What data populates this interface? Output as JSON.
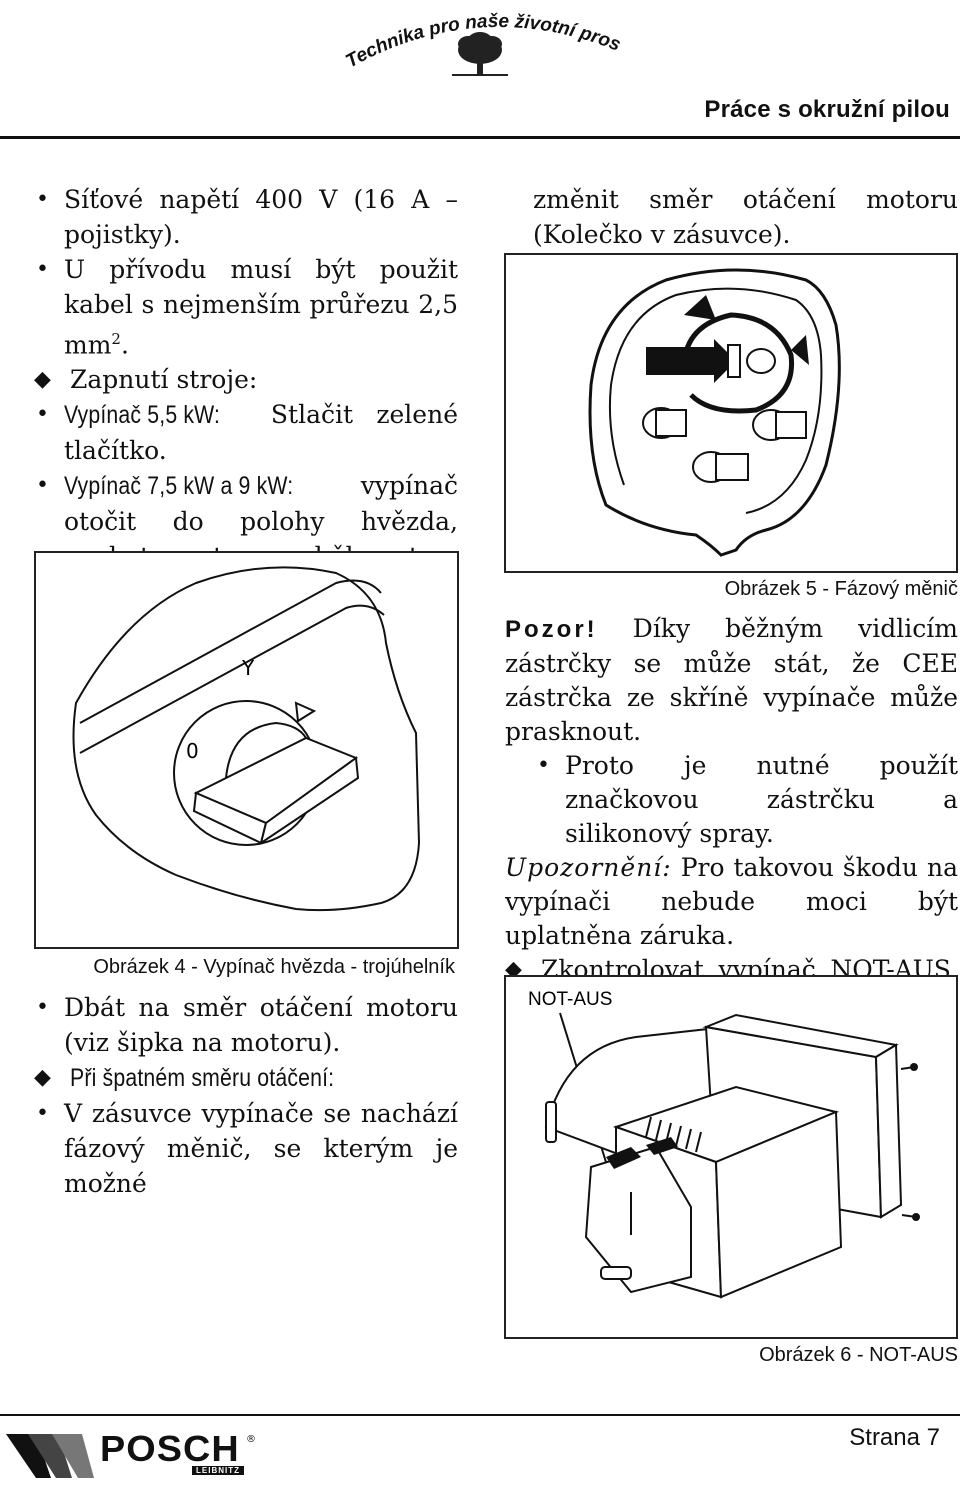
{
  "header": {
    "logo_text": "Technika pro naše životní prostředí",
    "section_title": "Práce s okružní pilou"
  },
  "left_column": {
    "b1": "Síťové napětí 400 V (16 A – pojistky).",
    "b2_pre": "U přívodu musí být použit kabel s nejmenším průřezu 2,5 mm",
    "b2_sup": "2",
    "b2_post": ".",
    "d1": "Zapnutí stroje:",
    "b3_label": "Vypínač 5,5 kW:",
    "b3_text": " Stlačit zelené tlačítko.",
    "b4_label": "Vypínač 7,5 kW a 9 kW:",
    "b4_text": " vypínač otočit do polohy hvězda, nechat motor rozběhnout a potom dál otočit do polohy trojúhelník.",
    "fig4_caption": "Obrázek 4 - Vypínač hvězda - trojúhelník",
    "fig4_symbol_y": "Y",
    "fig4_symbol_zero": "0",
    "b5": "Dbát na směr otáčení motoru (viz šipka na motoru).",
    "d2": "Při špatném směru otáčení:",
    "b6": "V zásuvce vypínače se nachází fázový měnič, se kterým je možné"
  },
  "right_column": {
    "cont": "změnit směr otáčení motoru (Kolečko v zásuvce).",
    "fig5_caption": "Obrázek 5 - Fázový měnič",
    "warn_label": "Pozor!",
    "warn_text": " Díky běžným vidlicím zástrčky se může stát, že CEE zástrčka ze skříně vypínače může prasknout.",
    "b7": "Proto je nutné použít značkovou zástrčku a silikonový spray.",
    "notice_label": "Upozornění:",
    "notice_text": " Pro takovou škodu na vypínači nebude moci být uplatněna záruka.",
    "d3": "Zkontrolovat vypínač NOT-AUS, jestli je funkční.",
    "fig6_label": "NOT-AUS",
    "fig6_caption": "Obrázek 6 - NOT-AUS"
  },
  "footer": {
    "brand": "POSCH",
    "brand_sub": "LEIBNITZ",
    "page": "Strana 7"
  },
  "icons": {
    "bullet": "bullet-dot",
    "diamond": "diamond-bullet"
  }
}
